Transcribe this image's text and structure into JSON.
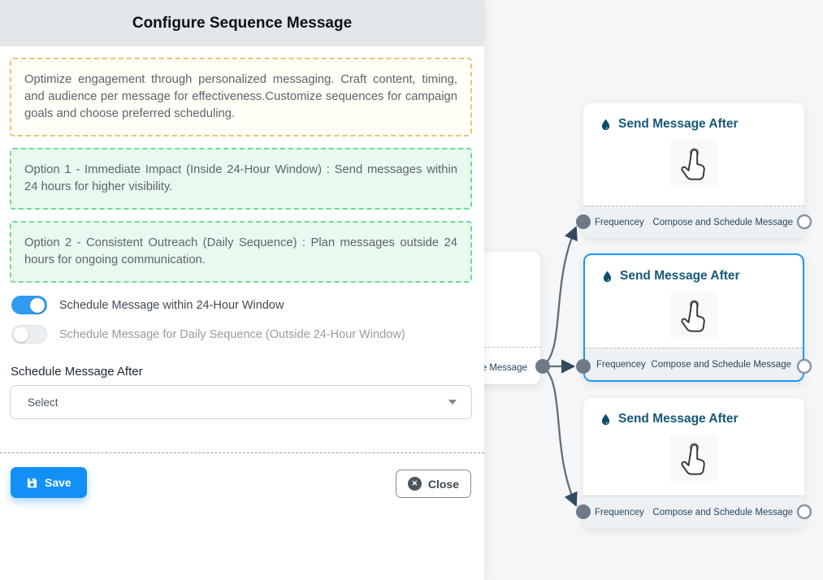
{
  "panel": {
    "title": "Configure Sequence Message",
    "note": "Optimize engagement through personalized messaging. Craft content, timing, and audience per message for effectiveness.Customize sequences for campaign goals and choose preferred scheduling.",
    "option1": "Option 1 - Immediate Impact (Inside 24-Hour Window) : Send messages within 24 hours for higher visibility.",
    "option2": "Option 2 - Consistent Outreach (Daily Sequence) : Plan messages outside 24 hours for ongoing communication.",
    "toggles": [
      {
        "label": "Schedule Message within 24-Hour Window",
        "state": "on"
      },
      {
        "label": "Schedule Message for Daily Sequence (Outside 24-Hour Window)",
        "state": "off"
      }
    ],
    "schedule_after": {
      "label": "Schedule Message After",
      "value": "Select"
    },
    "save_label": "Save",
    "close_label": "Close"
  },
  "canvas": {
    "partial_node": {
      "footer_label": "ce Message"
    },
    "nodes": [
      {
        "title": "Send Message After",
        "footer_left": "Frequencey",
        "footer_right": "Compose and Schedule Message",
        "selected": false
      },
      {
        "title": "Send Message After",
        "footer_left": "Frequencey",
        "footer_right": "Compose and Schedule Message",
        "selected": true
      },
      {
        "title": "Send Message After",
        "footer_left": "Frequencey",
        "footer_right": "Compose and Schedule Message",
        "selected": false
      }
    ]
  },
  "colors": {
    "toggle_on": "#2f9bf2",
    "save_button": "#1290f5",
    "selected_node_border": "#2196f3",
    "note_border": "#f1c272",
    "option_border": "#6adf8d",
    "edge": "#5f6f7e",
    "arrowhead": "#33495d",
    "node_title": "#175878",
    "canvas_bg": "#f4f6f8"
  }
}
